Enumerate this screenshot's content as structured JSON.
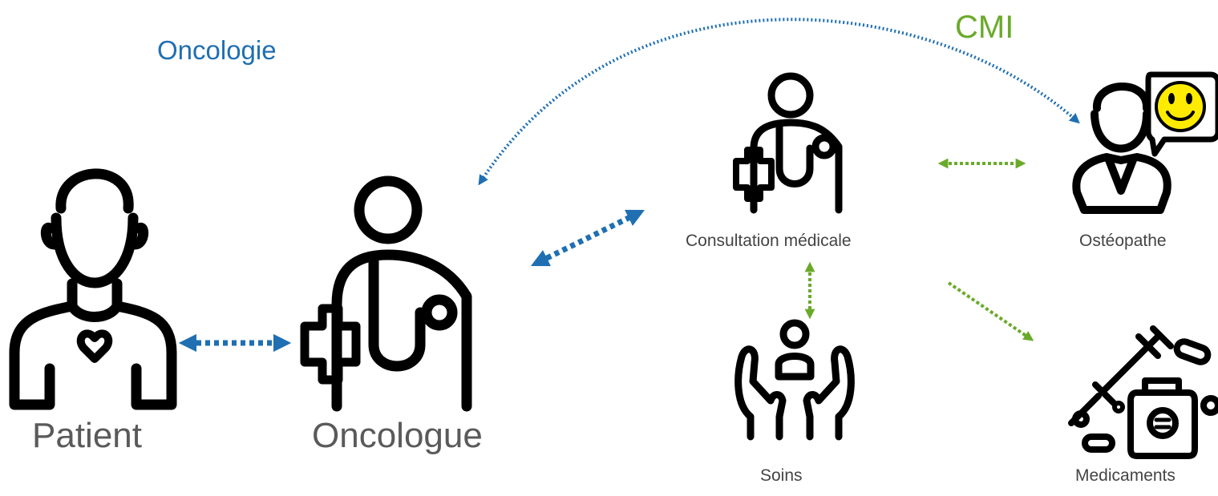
{
  "sections": {
    "oncologie": "Oncologie",
    "cmi": "CMI"
  },
  "nodes": {
    "patient": "Patient",
    "oncologue": "Oncologue",
    "consultation": "Consultation médicale",
    "osteopathe": "Ostéopathe",
    "soins": "Soins",
    "medicaments": "Medicaments"
  },
  "colors": {
    "oncologie_blue": "#1f6fb2",
    "cmi_green": "#6aaa2a",
    "icon_black": "#000000",
    "smiley_yellow": "#ffeb00"
  },
  "icons": [
    "patient-icon",
    "oncologist-icon",
    "doctor-icon",
    "osteopath-icon",
    "smiley-icon",
    "care-hands-icon",
    "medication-icon"
  ]
}
